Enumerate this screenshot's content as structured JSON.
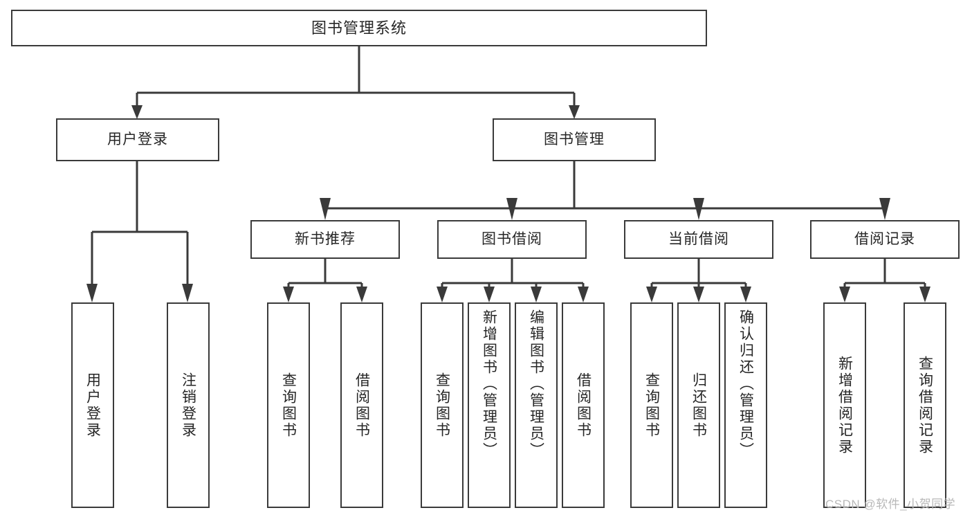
{
  "diagram": {
    "type": "tree-hierarchy",
    "title": "图书管理系统",
    "watermark": "CSDN @软件_小贺同学",
    "colors": {
      "border": "#3a3a3a",
      "background": "#ffffff",
      "text": "#262626",
      "watermark": "#b8b8b8"
    },
    "nodes": {
      "root": {
        "label": "图书管理系统"
      },
      "level2": [
        {
          "label": "用户登录"
        },
        {
          "label": "图书管理"
        }
      ],
      "level3": [
        {
          "label": "新书推荐"
        },
        {
          "label": "图书借阅"
        },
        {
          "label": "当前借阅"
        },
        {
          "label": "借阅记录"
        }
      ],
      "leaves": {
        "user_login": [
          {
            "label": "用户登录"
          },
          {
            "label": "注销登录"
          }
        ],
        "new_book_rec": [
          {
            "label": "查询图书"
          },
          {
            "label": "借阅图书"
          }
        ],
        "book_borrow": [
          {
            "label": "查询图书"
          },
          {
            "label": "新增图书（管理员）"
          },
          {
            "label": "编辑图书（管理员）"
          },
          {
            "label": "借阅图书"
          }
        ],
        "current_borrow": [
          {
            "label": "查询图书"
          },
          {
            "label": "归还图书"
          },
          {
            "label": "确认归还（管理员）"
          }
        ],
        "borrow_record": [
          {
            "label": "新增借阅记录"
          },
          {
            "label": "查询借阅记录"
          }
        ]
      }
    }
  }
}
